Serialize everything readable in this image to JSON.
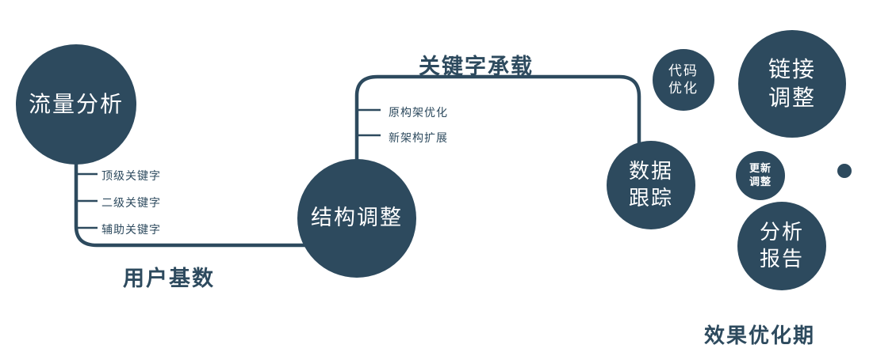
{
  "colors": {
    "primary": "#2d4a5e",
    "label_on_node": "#ffffff",
    "background": "#ffffff"
  },
  "nodes": {
    "traffic_analysis": {
      "label": "流量分析"
    },
    "structure_adjustment": {
      "label": "结构调整"
    },
    "data_tracking": {
      "lines": [
        "数据",
        "跟踪"
      ]
    },
    "code_optimization": {
      "lines": [
        "代码",
        "优化"
      ]
    },
    "link_adjustment": {
      "lines": [
        "链接",
        "调整"
      ]
    },
    "update_adjustment": {
      "lines": [
        "更新",
        "调整"
      ]
    },
    "analysis_report": {
      "lines": [
        "分析",
        "报告"
      ]
    }
  },
  "edge_labels": {
    "keyword_carrying": "关键字承载",
    "user_base": "用户基数"
  },
  "stage_label": "效果优化期",
  "branches": {
    "traffic": [
      "顶级关键字",
      "二级关键字",
      "辅助关键字"
    ],
    "structure": [
      "原构架优化",
      "新架构扩展"
    ]
  }
}
